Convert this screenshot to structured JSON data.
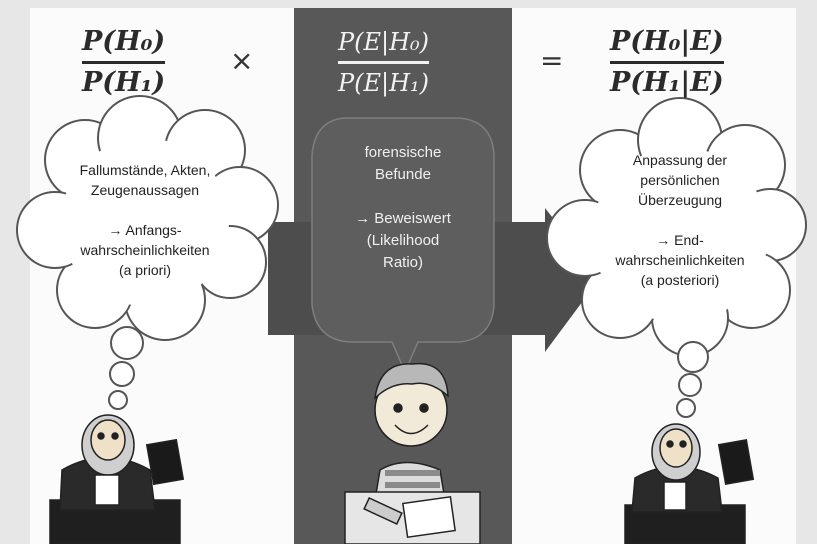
{
  "equation": {
    "prior_num": "P(H₀)",
    "prior_den": "P(H₁)",
    "times": "×",
    "lr_num": "P(E|H₀)",
    "lr_den": "P(E|H₁)",
    "equals": "=",
    "post_num": "P(H₀|E)",
    "post_den": "P(H₁|E)"
  },
  "clouds": {
    "left": "Fallumstände, Akten,\nZeugenaussagen\n\n→ Anfangs-\nwahrscheinlichkeiten\n(a priori)",
    "middle": "forensische\nBefunde\n\n→ Beweiswert\n(Likelihood\nRatio)",
    "right": "Anpassung der\npersönlichen\nÜberzeugung\n\n→ End-\nwahrscheinlichkeiten\n(a posteriori)"
  },
  "colors": {
    "dark_column": "#585858",
    "arrow": "#4d4d4d",
    "cloud_fill": "#ffffff",
    "cloud_stroke": "#555555"
  },
  "illustrations": {
    "left_figure": "judge-icon",
    "middle_figure": "expert-boy-icon",
    "right_figure": "judge-icon"
  }
}
